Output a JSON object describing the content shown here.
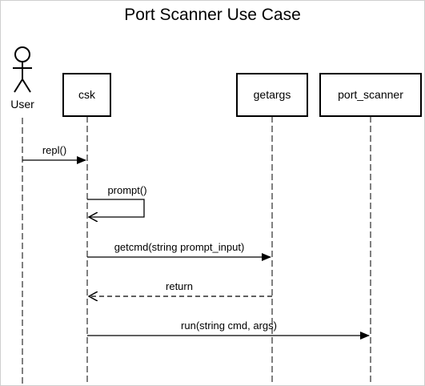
{
  "title": "Port Scanner Use Case",
  "actor": {
    "label": "User"
  },
  "participants": [
    {
      "id": "csk",
      "label": "csk"
    },
    {
      "id": "getargs",
      "label": "getargs"
    },
    {
      "id": "port_scanner",
      "label": "port_scanner"
    }
  ],
  "messages": [
    {
      "from": "User",
      "to": "csk",
      "label": "repl()",
      "kind": "sync"
    },
    {
      "from": "csk",
      "to": "csk",
      "label": "prompt()",
      "kind": "self"
    },
    {
      "from": "csk",
      "to": "getargs",
      "label": "getcmd(string prompt_input)",
      "kind": "sync"
    },
    {
      "from": "getargs",
      "to": "csk",
      "label": "return",
      "kind": "return"
    },
    {
      "from": "csk",
      "to": "port_scanner",
      "label": "run(string cmd, args)",
      "kind": "sync"
    }
  ],
  "colors": {
    "line": "#000000",
    "background": "#ffffff"
  }
}
